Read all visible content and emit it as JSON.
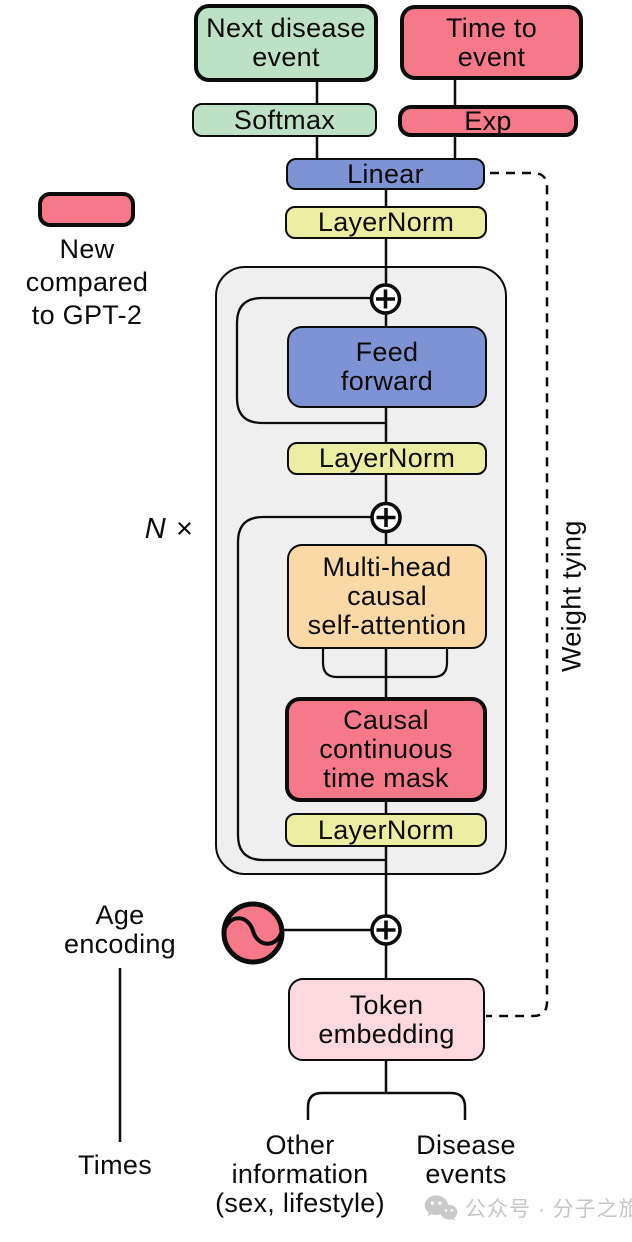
{
  "legend": {
    "swatch_color": "#F6798A",
    "label_lines": [
      "New",
      "compared",
      "to GPT-2"
    ]
  },
  "outputs": {
    "next_disease_event_lines": [
      "Next disease",
      "event"
    ],
    "time_to_event_lines": [
      "Time to",
      "event"
    ],
    "softmax_label": "Softmax",
    "exp_label": "Exp"
  },
  "core": {
    "linear_label": "Linear",
    "layernorm_top_label": "LayerNorm",
    "repeat_label": {
      "n": "N",
      "times_symbol": "×"
    },
    "weight_tying_label": "Weight tying",
    "block": {
      "feed_forward_lines": [
        "Feed",
        "forward"
      ],
      "layernorm_mid_label": "LayerNorm",
      "attention_lines": [
        "Multi-head",
        "causal",
        "self-attention"
      ],
      "time_mask_lines": [
        "Causal",
        "continuous",
        "time mask"
      ],
      "layernorm_bottom_label": "LayerNorm"
    },
    "token_embedding_lines": [
      "Token",
      "embedding"
    ]
  },
  "inputs": {
    "age_encoding_lines": [
      "Age",
      "encoding"
    ],
    "times_label": "Times",
    "other_information_lines": [
      "Other",
      "information",
      "(sex, lifestyle)"
    ],
    "disease_events_lines": [
      "Disease",
      "events"
    ]
  },
  "icons": {
    "add_icon": "circled-plus",
    "age_encoding_icon": "sine-wave-circle",
    "watermark_icon": "wechat-icon"
  },
  "colors": {
    "new_highlight_red": "#F6798A",
    "green": "#BCE1C6",
    "blue": "#7E93D3",
    "yellow": "#EBEEA0",
    "orange": "#FBD9A6",
    "pink": "#FBD9DE",
    "block_background": "#EFEFEF",
    "line": "#0c0c0c"
  },
  "watermark": {
    "text": "公众号 · 分子之旅"
  }
}
